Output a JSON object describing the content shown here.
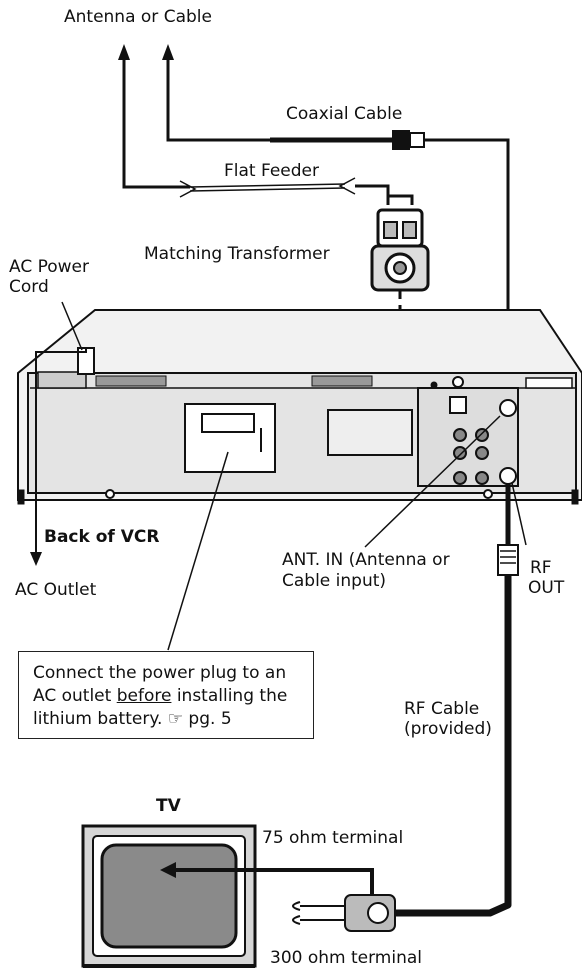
{
  "labels": {
    "antenna_or_cable": "Antenna or Cable",
    "coaxial_cable": "Coaxial Cable",
    "flat_feeder": "Flat Feeder",
    "matching_transformer": "Matching Transformer",
    "ac_power_cord_line1": "AC Power",
    "ac_power_cord_line2": "Cord",
    "back_of_vcr": "Back of VCR",
    "ac_outlet": "AC Outlet",
    "ant_in_line1": "ANT. IN (Antenna or",
    "ant_in_line2": "Cable input)",
    "rf_out_line1": "RF",
    "rf_out_line2": "OUT",
    "rf_cable_line1": "RF Cable",
    "rf_cable_line2": "(provided)",
    "tv": "TV",
    "ohm75": "75 ohm terminal",
    "ohm300": "300 ohm terminal"
  },
  "note": {
    "line1": "Connect the power plug to an",
    "line2_pre": "AC outlet ",
    "line2_underlined": "before",
    "line2_post": " installing the",
    "line3": "lithium battery. ☞ pg. 5"
  },
  "icons": [
    "vcr-back-panel-icon",
    "tv-icon",
    "matching-transformer-icon",
    "coaxial-plug-icon",
    "power-plug-icon"
  ]
}
